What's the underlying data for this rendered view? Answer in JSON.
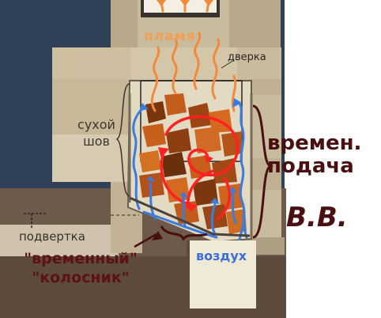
{
  "labels": {
    "flame": "пламя",
    "door": "дверка",
    "dry_seam": "сухой шов",
    "temp_supply_line1": "времен.",
    "temp_supply_line2": "подача",
    "vv": "В.В.",
    "subframe": "подвертка",
    "air": "воздух",
    "temp_grate": "\"временный\" \"колосник\""
  },
  "colors": {
    "background_wall": "#2f4156",
    "brick_light": "#d6cbb0",
    "brick_mid": "#c2b395",
    "floor_brown": "#6e5a4a",
    "firebox": "#e3dac3",
    "wood": "#c05a1a",
    "wood_dark": "#6a2f0c",
    "flame_orange": "#f28a3a",
    "swirl_red": "#ff2020",
    "air_blue": "#3a7be0",
    "annotation_dark_red": "#4a0f10"
  }
}
